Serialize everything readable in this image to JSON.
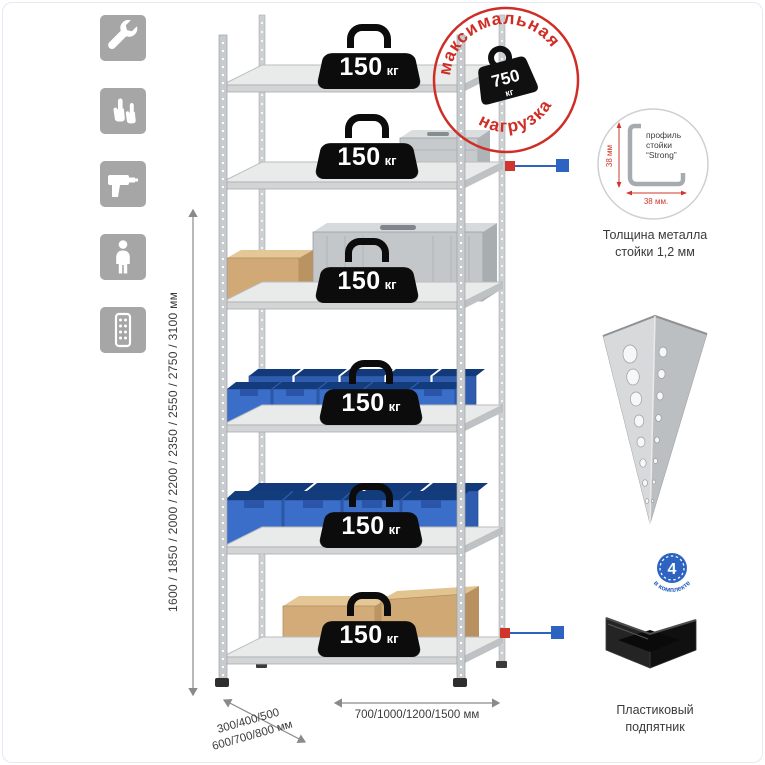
{
  "sidebar_icons": [
    {
      "name": "wrench-icon"
    },
    {
      "name": "gloves-icon"
    },
    {
      "name": "drill-icon"
    },
    {
      "name": "person-icon"
    },
    {
      "name": "rack-post-icon"
    }
  ],
  "dimensions": {
    "height_label": "1600 / 1850 / 2000 / 2200 / 2350 / 2550 / 2750 / 3100 мм",
    "depth_label": "300/400/500\n600/700/800 мм",
    "width_label": "700/1000/1200/1500 мм"
  },
  "shelf_badges": [
    {
      "value": "150",
      "unit": "кг"
    },
    {
      "value": "150",
      "unit": "кг"
    },
    {
      "value": "150",
      "unit": "кг"
    },
    {
      "value": "150",
      "unit": "кг"
    },
    {
      "value": "150",
      "unit": "кг"
    },
    {
      "value": "150",
      "unit": "кг"
    }
  ],
  "max_load_stamp": {
    "arc_top": "максимальная",
    "arc_bottom": "нагрузка",
    "value": "750",
    "unit": "кг"
  },
  "profile_detail": {
    "label_line1": "профиль",
    "label_line2": "стойки",
    "label_line3": "“Strong”",
    "dim_vertical": "38 мм",
    "dim_horizontal": "38 мм.",
    "caption": "Толщина металла\nстойки 1,2 мм"
  },
  "foot_detail": {
    "badge_count": "4",
    "badge_label": "в комплекте",
    "caption": "Пластиковый\nподпятник"
  },
  "colors": {
    "accent_red": "#d1342b",
    "accent_blue": "#2e64c1",
    "bin_blue": "#3a6ec8",
    "stamp_red": "#cf2e26"
  }
}
